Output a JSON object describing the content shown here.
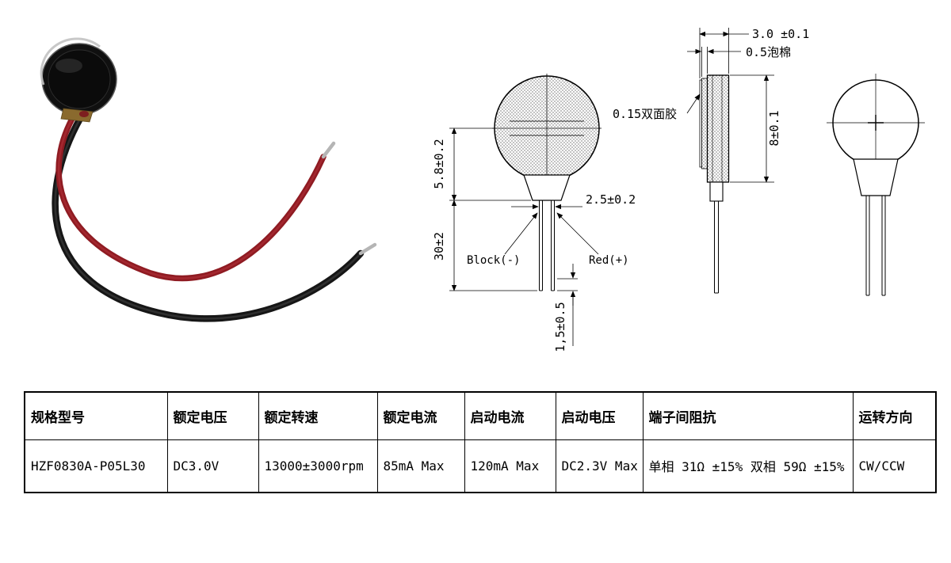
{
  "photo": {
    "red_wire_color": "#8f1b22",
    "black_wire_color": "#161616",
    "wire_tip_color": "#b5b5b5"
  },
  "drawing": {
    "front": {
      "dim_body": "5.8±0.2",
      "dim_lead_length": "30±2",
      "dim_lead_pitch": "2.5±0.2",
      "dim_tip": "1,5±0.5",
      "label_black_lead": "Block(-)",
      "label_red_lead": "Red(+)"
    },
    "side": {
      "dim_thickness": "3.0 ±0.1",
      "dim_foam": "0.5泡棉",
      "dim_tape": "0.15双面胶",
      "dim_height": "8±0.1"
    }
  },
  "table": {
    "headers": [
      "规格型号",
      "额定电压",
      "额定转速",
      "额定电流",
      "启动电流",
      "启动电压",
      "端子间阻抗",
      "运转方向"
    ],
    "row": [
      "HZF0830A-P05L30",
      "DC3.0V",
      "13000±3000rpm",
      "85mA Max",
      "120mA Max",
      "DC2.3V Max",
      "单相 31Ω ±15% 双相 59Ω ±15%",
      "CW/CCW"
    ]
  }
}
